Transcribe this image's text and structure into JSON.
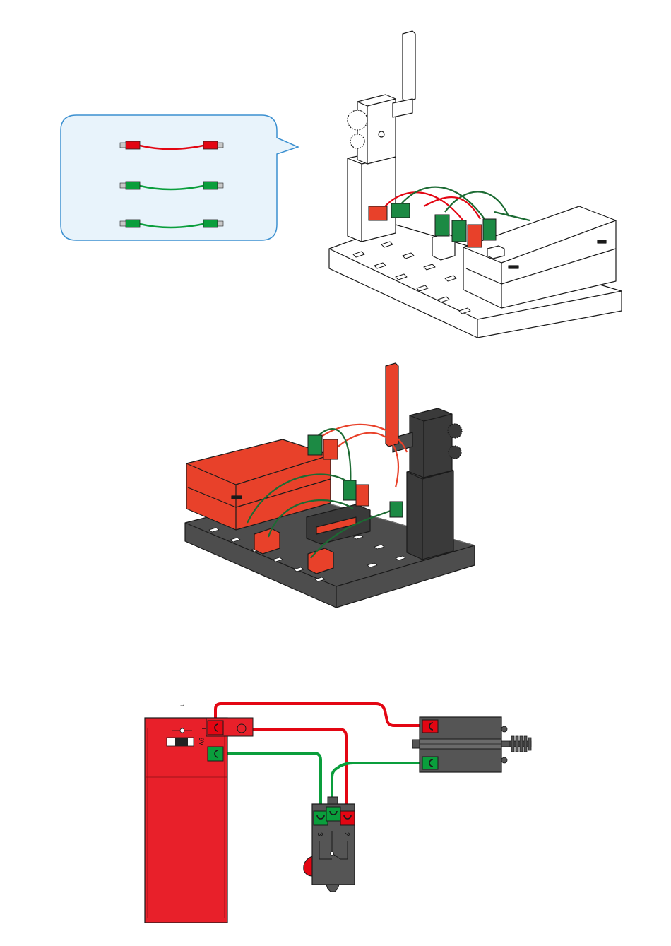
{
  "colors": {
    "red": "#e30613",
    "green": "#0a9e3c",
    "dark_grey": "#4d4d4d",
    "black_part": "#3a3a3a",
    "red_part": "#e8412a",
    "bubble_fill": "#e8f3fb",
    "bubble_stroke": "#3a8fd0"
  },
  "cable_legend": {
    "cables": [
      {
        "color": "red"
      },
      {
        "color": "green"
      },
      {
        "color": "green"
      }
    ]
  },
  "figures": {
    "white_model": {
      "icon": "white-assembly-illustration"
    },
    "black_model": {
      "icon": "black-assembly-illustration"
    }
  },
  "wiring_diagram": {
    "battery": {
      "switch_arrow": "→",
      "switch_label_1": "I",
      "switch_label_2": "9V"
    },
    "pushbutton": {
      "pin_left": "3",
      "pin_right": "2"
    }
  }
}
